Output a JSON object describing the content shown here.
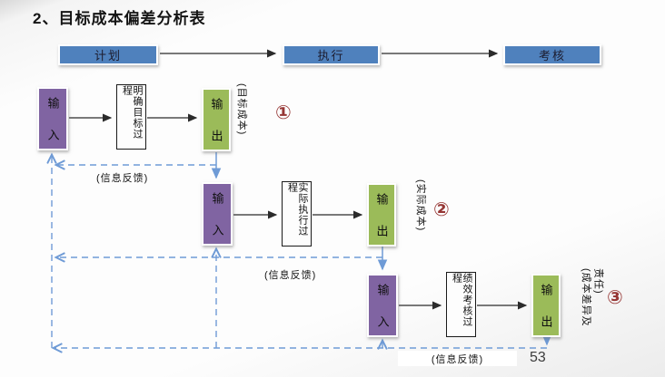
{
  "slide": {
    "title": "2、目标成本偏差分析表",
    "page_number": "53"
  },
  "phases": [
    {
      "label": "计划"
    },
    {
      "label": "执行"
    },
    {
      "label": "考核"
    }
  ],
  "rows": [
    {
      "input": "输入",
      "process": "明确目标过程",
      "output": "输出",
      "result": "(目标成本)",
      "badge": "①"
    },
    {
      "input": "输入",
      "process": "实际执行过程",
      "output": "输出",
      "result": "(实际成本)",
      "badge": "②"
    },
    {
      "input": "输入",
      "process": "绩效考核过程",
      "output": "输出",
      "result": "(成本差异及\n责任)",
      "badge": "③"
    }
  ],
  "feedback": {
    "label1": "(信息反馈)",
    "label2": "(信息反馈)",
    "label3": "(信息反馈)"
  },
  "colors": {
    "phase_blue": "#4F81BD",
    "input_purple": "#8064A2",
    "output_green": "#9BBB59",
    "connector_blue": "#6F9BD6",
    "badge_red": "#963634"
  }
}
